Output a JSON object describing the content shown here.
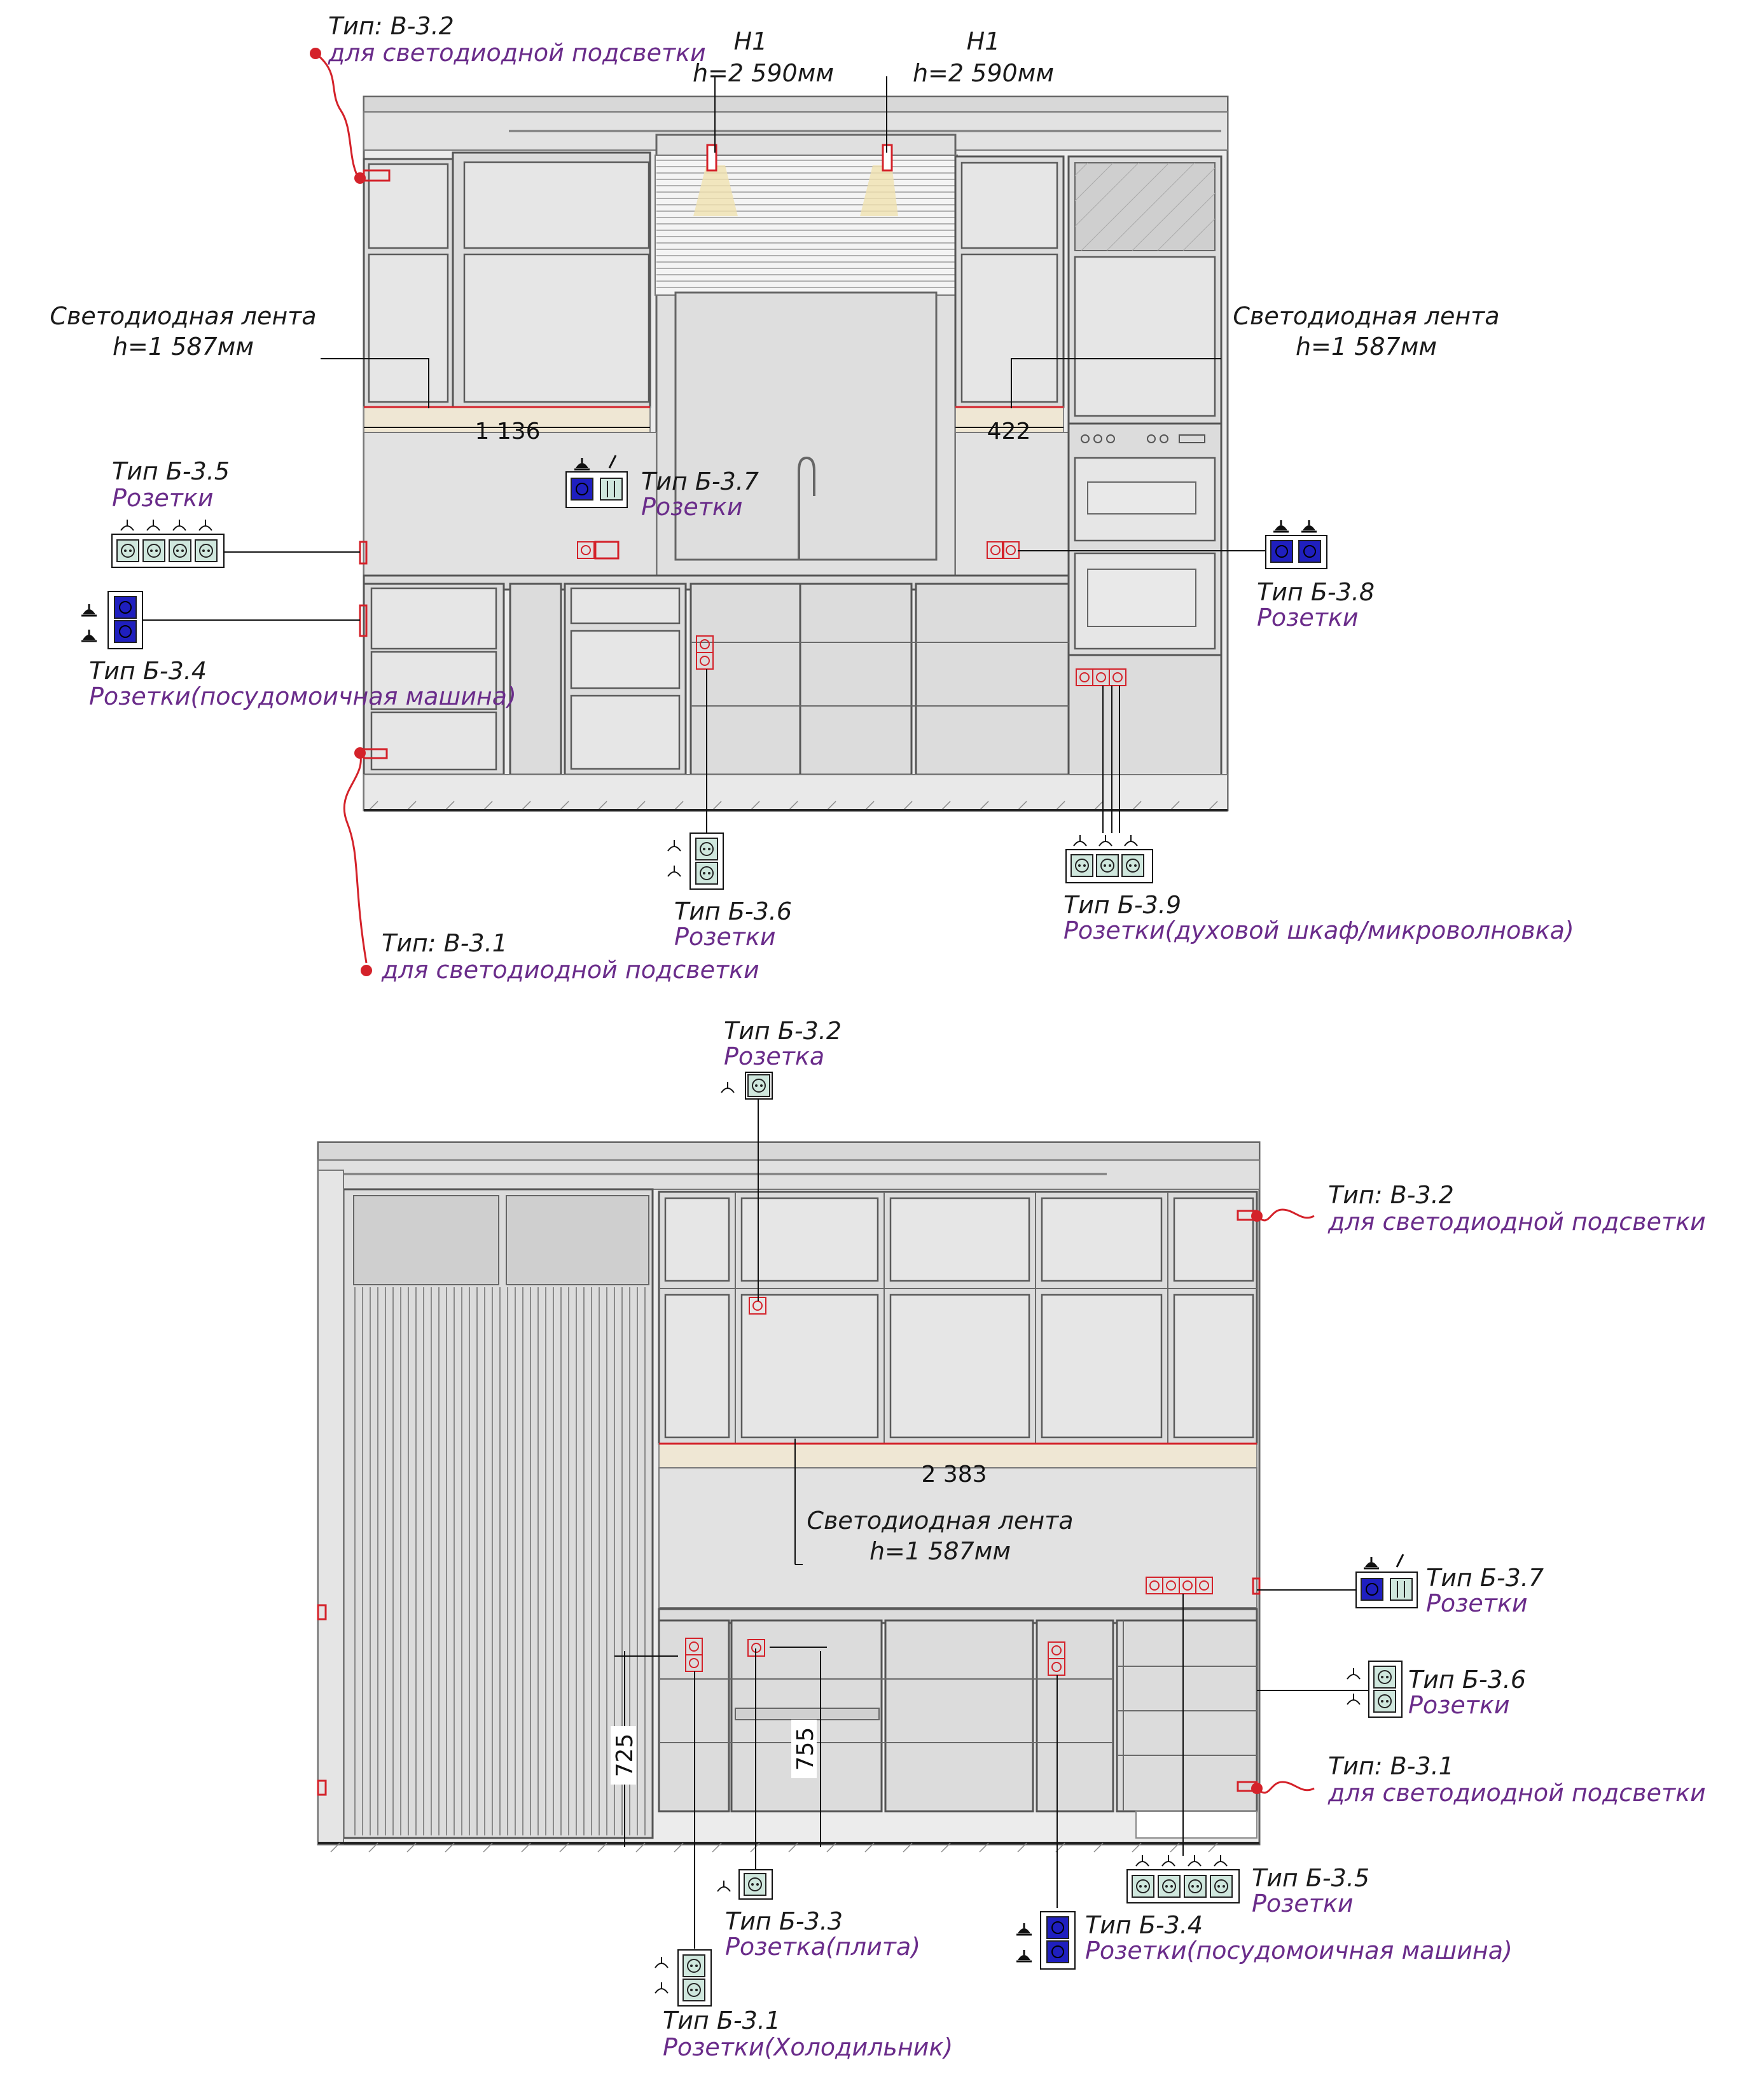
{
  "top": {
    "light_h1_left": {
      "name": "H1",
      "height": "h=2 590мм"
    },
    "light_h1_right": {
      "name": "H1",
      "height": "h=2 590мм"
    },
    "led_left": {
      "title": "Светодиодная лента",
      "height": "h=1 587мм"
    },
    "led_right": {
      "title": "Светодиодная лента",
      "height": "h=1 587мм"
    },
    "dim_1136": "1 136",
    "dim_422": "422",
    "v32": {
      "type": "Тип: В-3.2",
      "desc": "для светодиодной подсветки"
    },
    "v31": {
      "type": "Тип: В-3.1",
      "desc": "для светодиодной подсветки"
    },
    "b35": {
      "type": "Тип Б-3.5",
      "desc": "Розетки"
    },
    "b34": {
      "type": "Тип Б-3.4",
      "desc": "Розетки(посудомоичная машина)"
    },
    "b37": {
      "type": "Тип Б-3.7",
      "desc": "Розетки"
    },
    "b38": {
      "type": "Тип Б-3.8",
      "desc": "Розетки"
    },
    "b36": {
      "type": "Тип Б-3.6",
      "desc": "Розетки"
    },
    "b39": {
      "type": "Тип Б-3.9",
      "desc": "Розетки(духовой шкаф/микроволновка)"
    }
  },
  "bottom": {
    "b32": {
      "type": "Тип Б-3.2",
      "desc": "Розетка"
    },
    "v32": {
      "type": "Тип: В-3.2",
      "desc": "для светодиодной подсветки"
    },
    "v31": {
      "type": "Тип: В-3.1",
      "desc": "для светодиодной подсветки"
    },
    "dim_2383": "2 383",
    "led": {
      "title": "Светодиодная лента",
      "height": "h=1 587мм"
    },
    "dim_725": "725",
    "dim_755": "755",
    "b37": {
      "type": "Тип Б-3.7",
      "desc": "Розетки"
    },
    "b36": {
      "type": "Тип Б-3.6",
      "desc": "Розетки"
    },
    "b35": {
      "type": "Тип Б-3.5",
      "desc": "Розетки"
    },
    "b34": {
      "type": "Тип Б-3.4",
      "desc": "Розетки(посудомоичная машина)"
    },
    "b33": {
      "type": "Тип Б-3.3",
      "desc": "Розетка(плита)"
    },
    "b31": {
      "type": "Тип Б-3.1",
      "desc": "Розетки(Холодильник)"
    }
  },
  "colors": {
    "socket_fill": "#cfe7dd",
    "socket_blue": "#1f1fbf",
    "marker_red": "#d4222a",
    "text_purple": "#6a2c8a",
    "cabinet": "#dcdcdc"
  }
}
